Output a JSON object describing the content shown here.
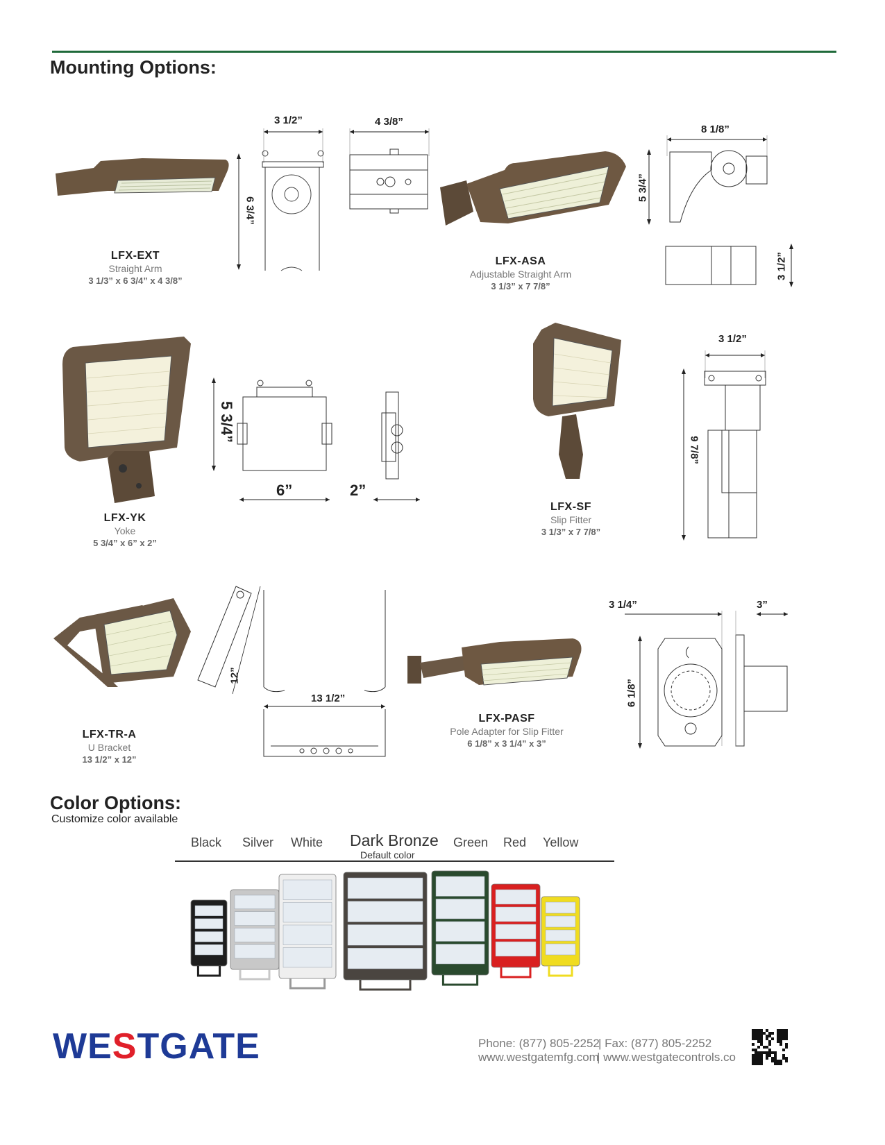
{
  "mounting": {
    "title": "Mounting Options:",
    "products": [
      {
        "model": "LFX-EXT",
        "desc": "Straight Arm",
        "size": "3 1/3” x 6 3/4” x 4 3/8”"
      },
      {
        "model": "LFX-ASA",
        "desc": "Adjustable Straight Arm",
        "size": "3 1/3” x 7 7/8”"
      },
      {
        "model": "LFX-YK",
        "desc": "Yoke",
        "size": "5 3/4” x 6” x 2”"
      },
      {
        "model": "LFX-SF",
        "desc": "Slip Fitter",
        "size": "3 1/3” x 7 7/8”"
      },
      {
        "model": "LFX-TR-A",
        "desc": "U Bracket",
        "size": "13 1/2” x 12”"
      },
      {
        "model": "LFX-PASF",
        "desc": "Pole Adapter for Slip Fitter",
        "size": "6 1/8” x 3 1/4” x 3”"
      }
    ],
    "dimensions": {
      "ext_width": "3 1/2”",
      "ext_depth": "4 3/8”",
      "ext_height": "6 3/4”",
      "asa_width": "8 1/8”",
      "asa_height": "5 3/4”",
      "asa_side": "3 1/2”",
      "yk_height": "5 3/4”",
      "yk_width": "6”",
      "yk_depth": "2”",
      "sf_width": "3 1/2”",
      "sf_height": "9 7/8”",
      "tr_height": "12”",
      "tr_width": "13 1/2”",
      "pasf_width": "3 1/4”",
      "pasf_depth": "3”",
      "pasf_height": "6 1/8”"
    }
  },
  "color": {
    "title": "Color Options:",
    "subtitle": "Customize color available",
    "options": [
      "Black",
      "Silver",
      "White",
      "Dark Bronze",
      "Green",
      "Red",
      "Yellow"
    ],
    "default_note": "Default color",
    "swatches": [
      "#1e1e1e",
      "#c8c8c8",
      "#efefef",
      "#4a4540",
      "#2a4a2e",
      "#d92020",
      "#f0dc20"
    ]
  },
  "footer": {
    "brand": "WESTGATE",
    "phone": "Phone: (877) 805-2252",
    "fax": "| Fax: (877) 805-2252",
    "web1": "www.westgatemfg.com",
    "web2": "| www.westgatecontrols.co",
    "brand_blue": "#1e3a96",
    "brand_red": "#e0202a"
  }
}
